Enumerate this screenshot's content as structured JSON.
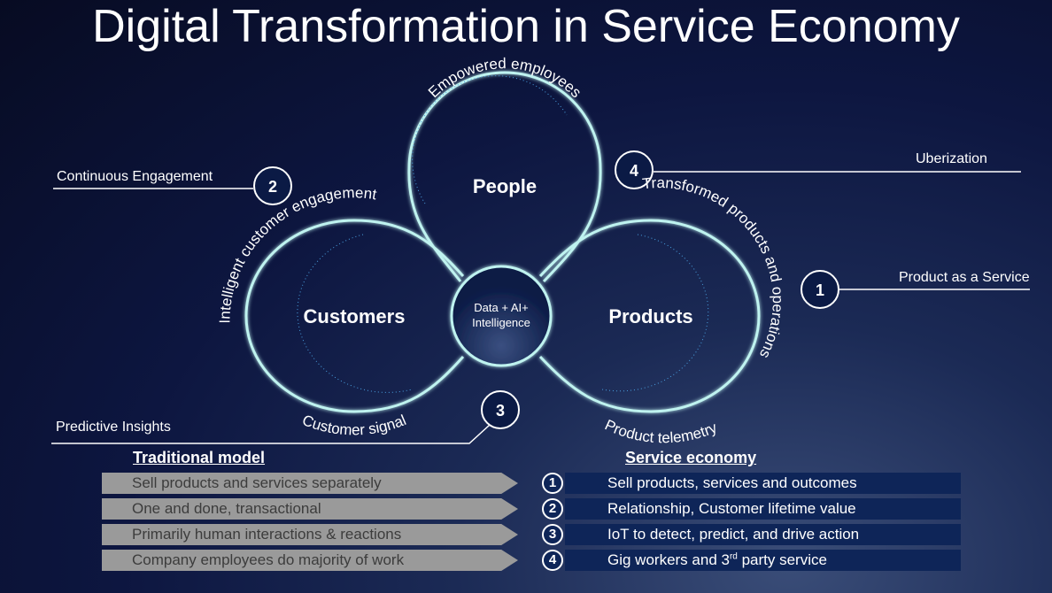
{
  "title": "Digital Transformation in Service Economy",
  "diagram": {
    "center": {
      "line1": "Data + AI+",
      "line2": "Intelligence"
    },
    "loops": {
      "people": "People",
      "customers": "Customers",
      "products": "Products"
    },
    "arc_labels": {
      "people": "Empowered employees",
      "customers": "Intelligent customer engagement",
      "customer_signal": "Customer signal",
      "products": "Transformed products and operations",
      "product_telemetry": "Product telemetry"
    },
    "callouts": [
      {
        "number": "2",
        "label": "Continuous Engagement"
      },
      {
        "number": "4",
        "label": "Uberization"
      },
      {
        "number": "1",
        "label": "Product as a Service"
      },
      {
        "number": "3",
        "label": "Predictive Insights"
      }
    ]
  },
  "comparison": {
    "traditional_header": "Traditional model",
    "service_header": "Service economy",
    "traditional": [
      "Sell products and services separately",
      "One and done, transactional",
      "Primarily human interactions & reactions",
      "Company employees do majority of work"
    ],
    "service": [
      {
        "number": "1",
        "text": "Sell products, services and outcomes"
      },
      {
        "number": "2",
        "text": "Relationship, Customer lifetime value"
      },
      {
        "number": "3",
        "text": "IoT to detect, predict, and drive action"
      },
      {
        "number": "4",
        "text_before": "Gig workers and 3",
        "sup": "rd",
        "text_after": " party service"
      }
    ]
  }
}
